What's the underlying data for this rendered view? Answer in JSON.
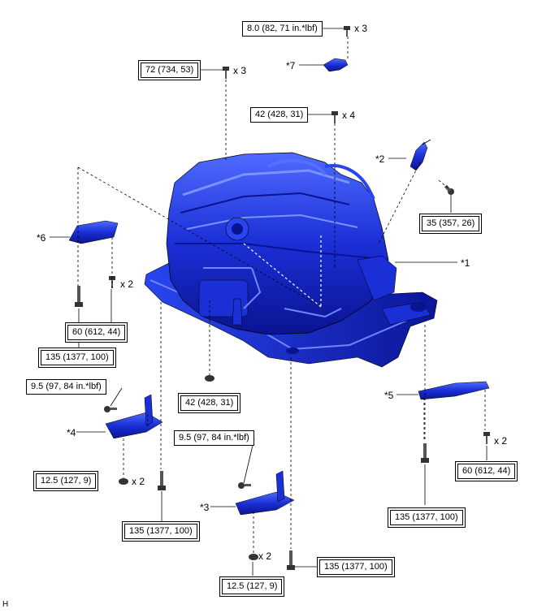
{
  "torque_specs": {
    "t1": "8.0 (82, 71 in.*lbf)",
    "t2": "72 (734, 53)",
    "t3": "42 (428, 31)",
    "t4": "35 (357, 26)",
    "t5": "60 (612, 44)",
    "t6": "135 (1377, 100)",
    "t7": "42 (428, 31)",
    "t8": "9.5 (97, 84 in.*lbf)",
    "t9": "9.5 (97, 84 in.*lbf)",
    "t10": "12.5 (127, 9)",
    "t11": "135 (1377, 100)",
    "t12": "135 (1377, 100)",
    "t13": "60 (612, 44)",
    "t14": "135 (1377, 100)",
    "t15": "12.5 (127, 9)"
  },
  "quantities": {
    "q1": "x 3",
    "q2": "x 3",
    "q3": "x 4",
    "q4": "x 2",
    "q5": "x 2",
    "q6": "x 2",
    "q7": "x 2"
  },
  "callouts": {
    "c1": "*1",
    "c2": "*2",
    "c3": "*3",
    "c4": "*4",
    "c5": "*5",
    "c6": "*6",
    "c7": "*7"
  },
  "corner_mark": "H",
  "colors": {
    "part_blue": "#1a2fd6",
    "part_dark": "#0a1390",
    "part_light": "#4f6bff",
    "line": "#000000"
  }
}
